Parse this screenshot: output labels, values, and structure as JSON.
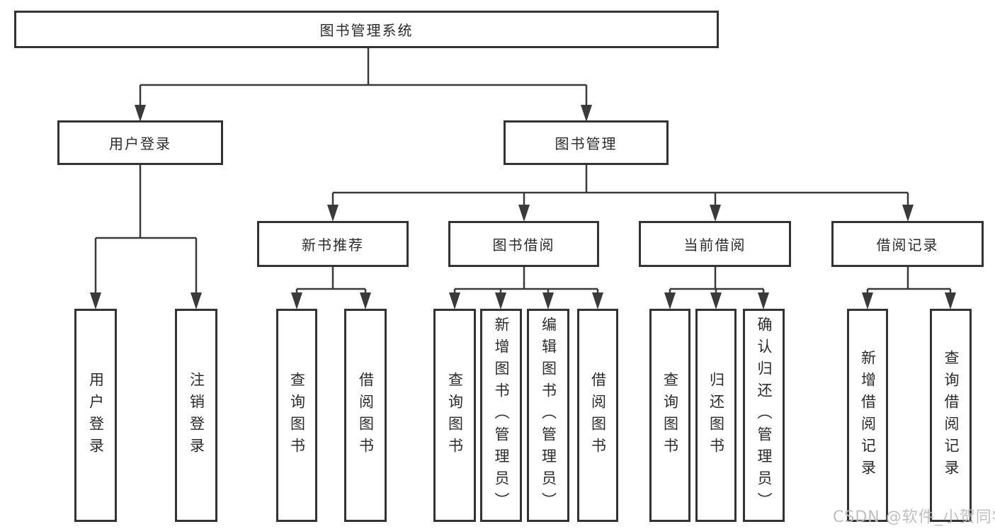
{
  "tree": {
    "root": {
      "label": "图书管理系统"
    },
    "branches": [
      {
        "label": "用户登录",
        "children": [
          {
            "label": "用户登录"
          },
          {
            "label": "注销登录"
          }
        ]
      },
      {
        "label": "图书管理",
        "children": [
          {
            "label": "新书推荐",
            "children": [
              {
                "label": "查询图书"
              },
              {
                "label": "借阅图书"
              }
            ]
          },
          {
            "label": "图书借阅",
            "children": [
              {
                "label": "查询图书"
              },
              {
                "label": "新增图书（管理员）"
              },
              {
                "label": "编辑图书（管理员）"
              },
              {
                "label": "借阅图书"
              }
            ]
          },
          {
            "label": "当前借阅",
            "children": [
              {
                "label": "查询图书"
              },
              {
                "label": "归还图书"
              },
              {
                "label": "确认归还（管理员）"
              }
            ]
          },
          {
            "label": "借阅记录",
            "children": [
              {
                "label": "新增借阅记录"
              },
              {
                "label": "查询借阅记录"
              }
            ]
          }
        ]
      }
    ]
  },
  "watermark": "CSDN @软件_小贺同学",
  "colors": {
    "line": "#3a3a3a",
    "box_border": "#333333",
    "text": "#2b2b2b",
    "background": "#ffffff",
    "watermark": "#bcbcbc"
  }
}
